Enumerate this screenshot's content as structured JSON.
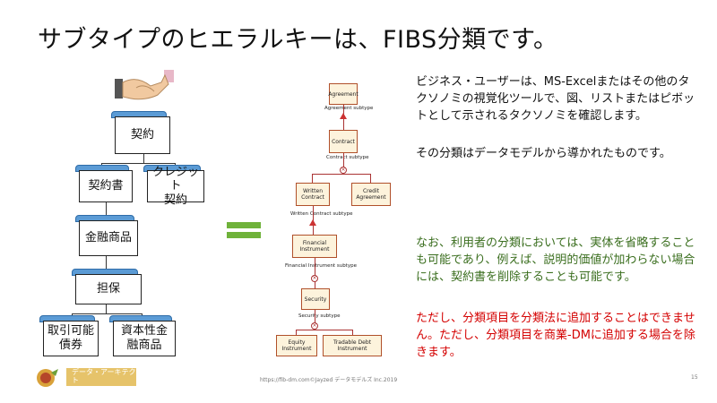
{
  "title": "サブタイプのヒエラルキーは、FIBS分類です。",
  "hierarchy": {
    "keiyaku": "契約",
    "keiyakusho": "契約書",
    "credit": "クレジット\n契約",
    "kinyu": "金融商品",
    "tanpo": "担保",
    "torihiki": "取引可能\n債券",
    "shihon": "資本性金\n融商品"
  },
  "uml": {
    "agreement": "Agreement",
    "agreement_sub": "Agreement subtype",
    "contract": "Contract",
    "contract_sub": "Contract subtype",
    "written": "Written Contract",
    "credit": "Credit Agreement",
    "written_sub": "Written Contract subtype",
    "financial": "Financial Instrument",
    "financial_sub": "Financial Instrument subtype",
    "security": "Security",
    "security_sub": "Security subtype",
    "equity": "Equity Instrument",
    "debt": "Tradable Debt Instrument"
  },
  "text": {
    "p1": "ビジネス・ユーザーは、MS-Excelまたはその他のタクソノミの視覚化ツールで、図、リストまたはピボットとして示されるタクソノミを確認します。",
    "p2": "その分類はデータモデルから導かれたものです。",
    "p3": "なお、利用者の分類においては、実体を省略することも可能であり、例えば、説明的価値が加わらない場合には、契約書を削除することも可能です。",
    "p4": "ただし、分類項目を分類法に追加することはできません。ただし、分類項目を商業-DMに追加する場合を除きます。"
  },
  "colors": {
    "p3": "#3a6e1e",
    "p4": "#d40000",
    "accent_blue": "#5b9bd5",
    "equals_green": "#6fb23a"
  },
  "footer": {
    "url": "https://fib-dm.com©Jayzed データモデルズ Inc.2019",
    "page": "15",
    "brand": "データ・アーキテクト"
  }
}
